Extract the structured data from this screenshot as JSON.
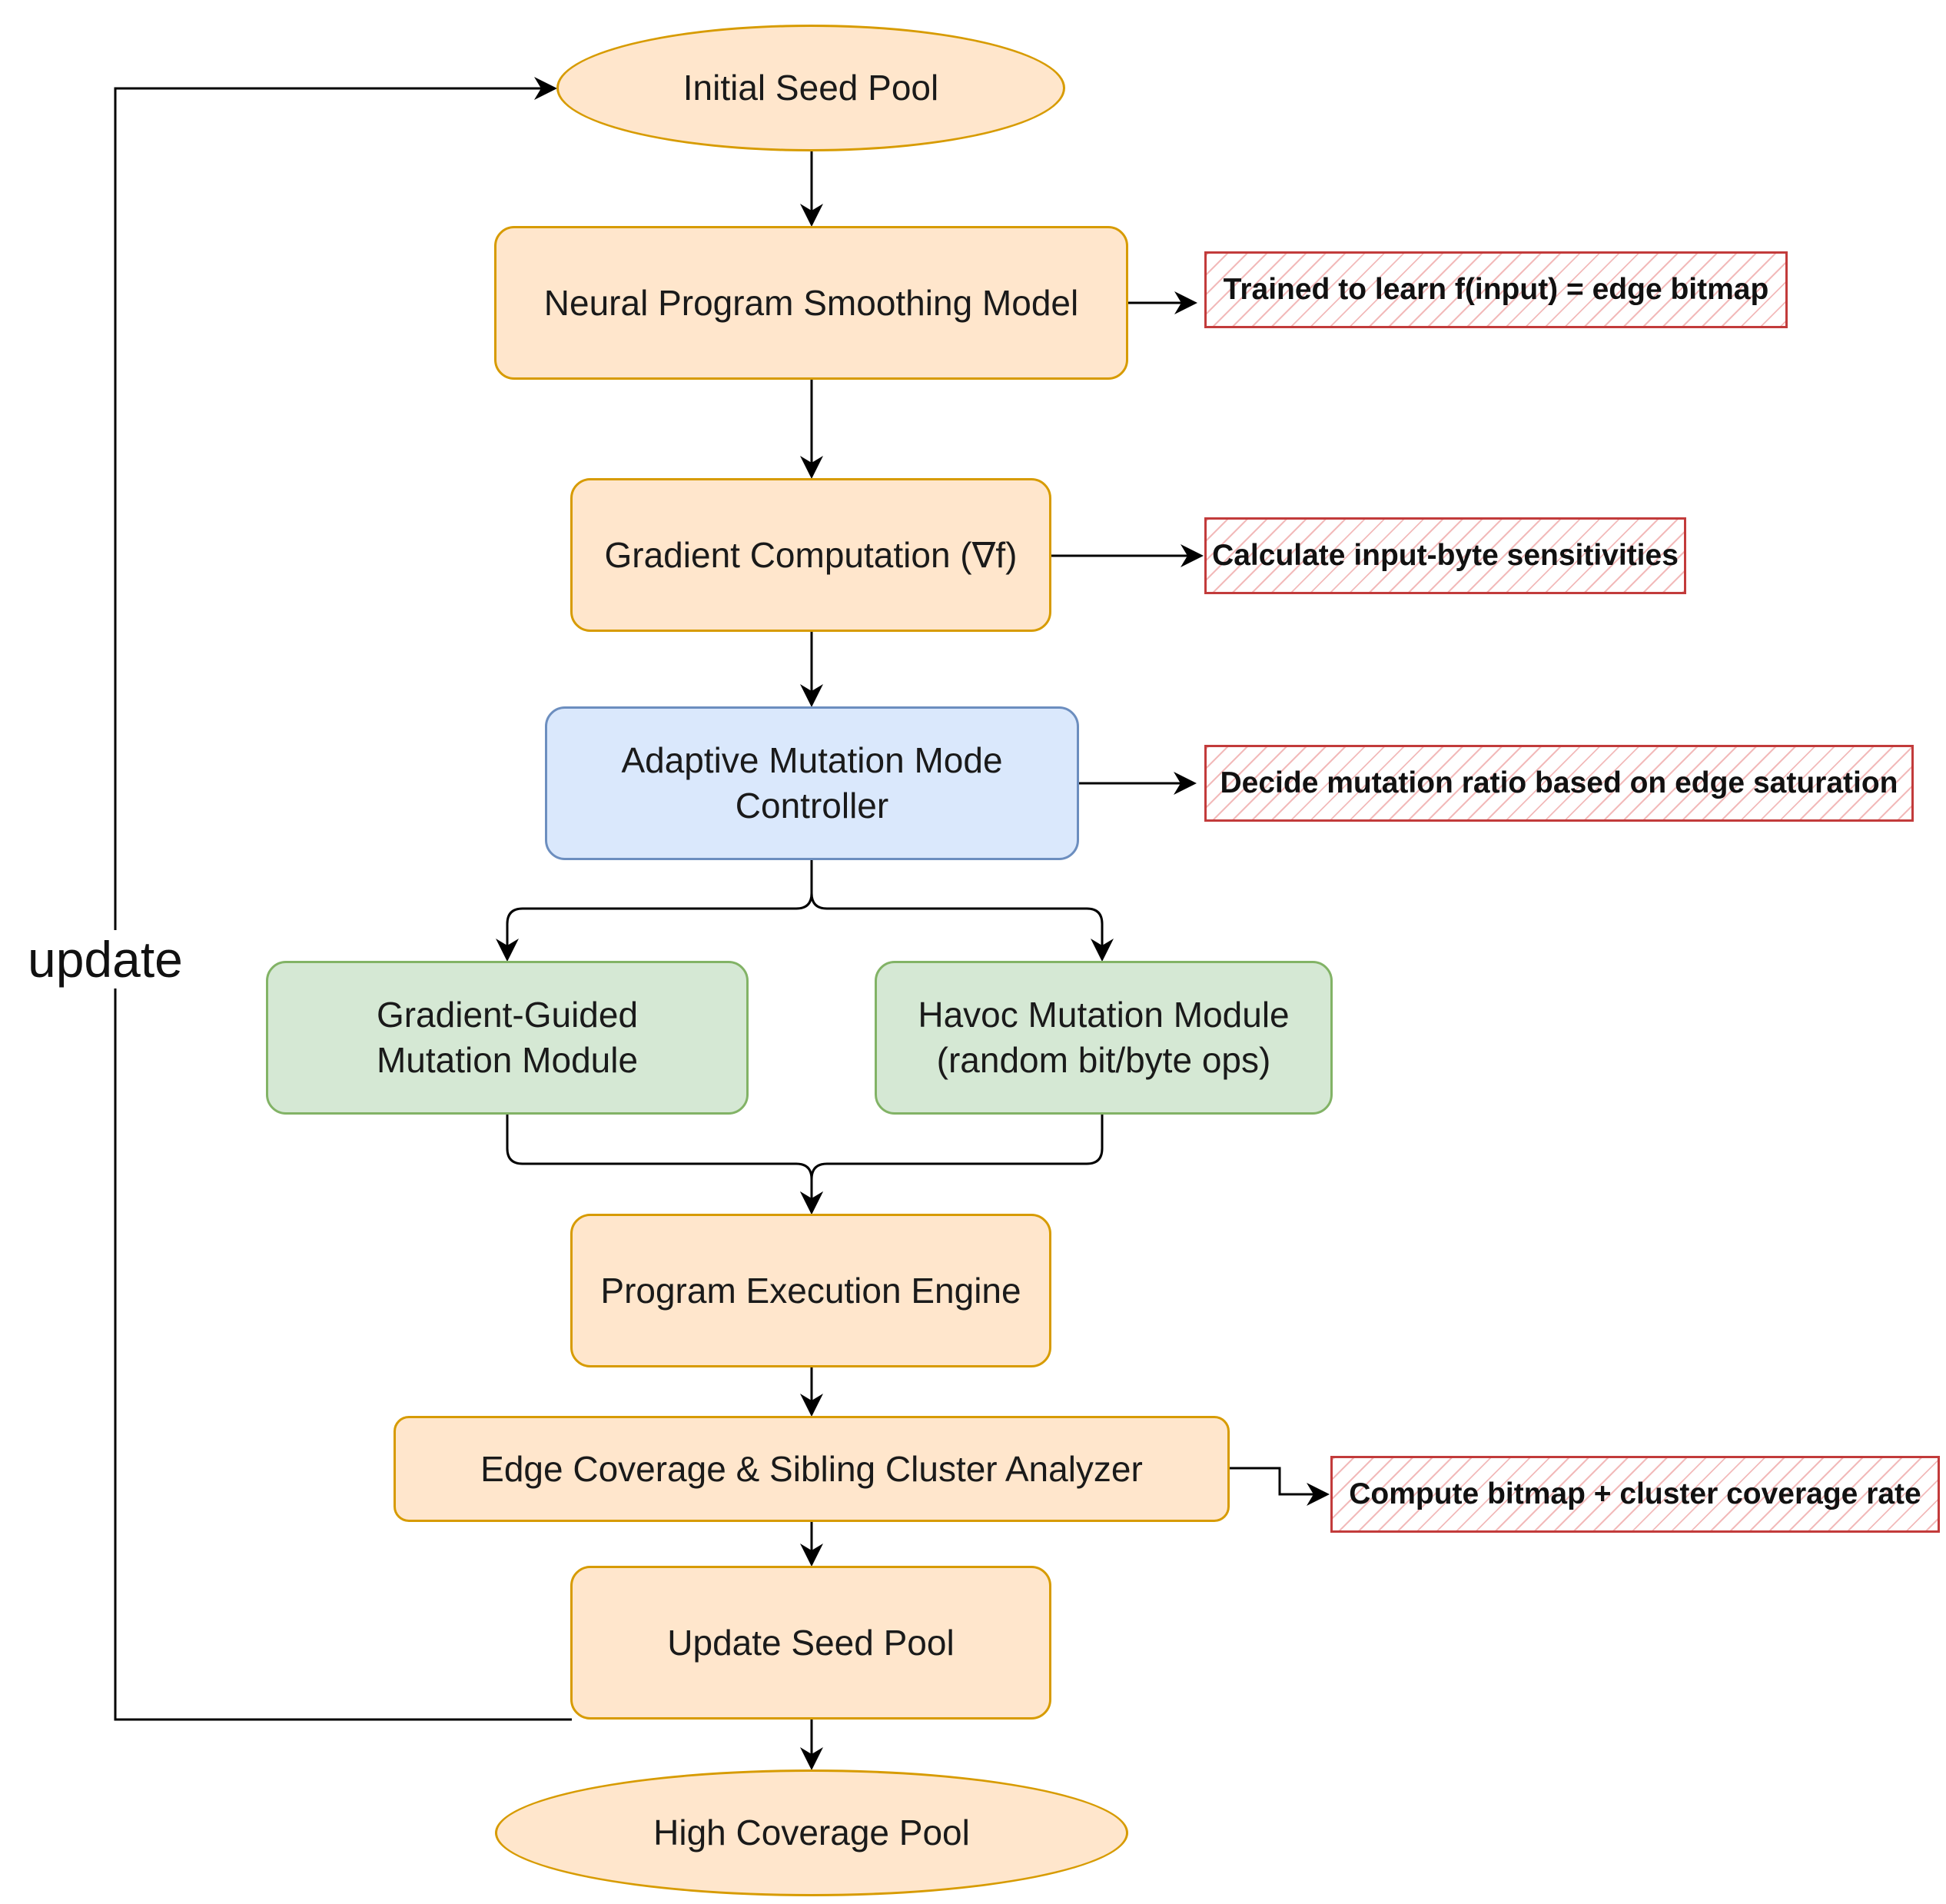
{
  "nodes": {
    "initial_seed_pool": "Initial Seed Pool",
    "neural_model": "Neural Program Smoothing Model",
    "gradient_computation": "Gradient Computation (∇f)",
    "adaptive_controller": {
      "line1": "Adaptive Mutation Mode",
      "line2": "Controller"
    },
    "gradient_guided": {
      "line1": "Gradient-Guided",
      "line2": "Mutation Module"
    },
    "havoc": {
      "line1": "Havoc Mutation Module",
      "line2": "(random bit/byte ops)"
    },
    "execution_engine": "Program Execution Engine",
    "edge_coverage": "Edge Coverage & Sibling Cluster Analyzer",
    "update_seed_pool": "Update Seed Pool",
    "high_coverage_pool": "High Coverage Pool"
  },
  "notes": {
    "neural_model": "Trained to learn f(input) = edge bitmap",
    "gradient_computation": "Calculate input-byte sensitivities",
    "adaptive_controller": "Decide mutation ratio based on edge saturation",
    "edge_coverage": "Compute bitmap + cluster coverage rate"
  },
  "loop_label": "update",
  "colors": {
    "process_fill": "#ffe6cc",
    "process_stroke": "#d79b00",
    "controller_fill": "#dae8fc",
    "controller_stroke": "#6c8ebf",
    "mutation_fill": "#d5e8d4",
    "mutation_stroke": "#82b366",
    "note_stroke": "#c23b3b"
  }
}
